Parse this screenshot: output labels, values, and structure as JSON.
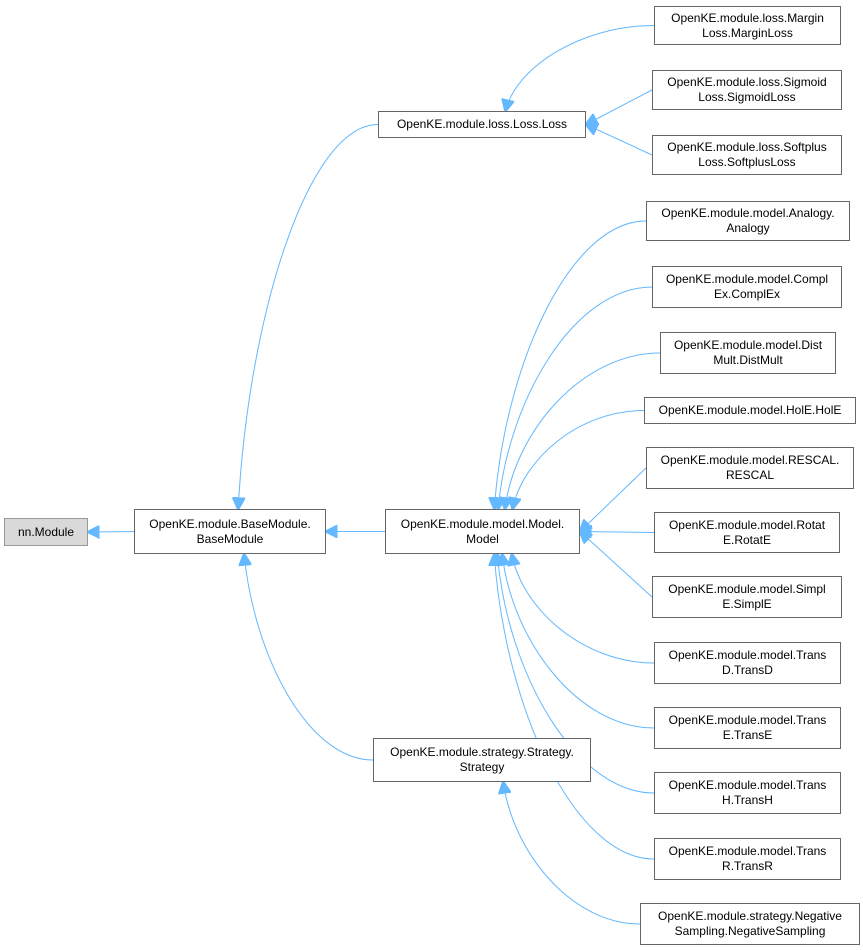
{
  "colors": {
    "edge": "#63b8ff",
    "node_border": "#666666",
    "root_fill": "#d9d9d9"
  },
  "nodes": {
    "nn_module": {
      "lines": [
        "nn.Module"
      ]
    },
    "base_module": {
      "lines": [
        "OpenKE.module.BaseModule.",
        "BaseModule"
      ]
    },
    "loss": {
      "lines": [
        "OpenKE.module.loss.Loss.Loss"
      ]
    },
    "model": {
      "lines": [
        "OpenKE.module.model.Model.",
        "Model"
      ]
    },
    "strategy": {
      "lines": [
        "OpenKE.module.strategy.Strategy.",
        "Strategy"
      ]
    },
    "margin_loss": {
      "lines": [
        "OpenKE.module.loss.Margin",
        "Loss.MarginLoss"
      ]
    },
    "sigmoid_loss": {
      "lines": [
        "OpenKE.module.loss.Sigmoid",
        "Loss.SigmoidLoss"
      ]
    },
    "softplus_loss": {
      "lines": [
        "OpenKE.module.loss.Softplus",
        "Loss.SoftplusLoss"
      ]
    },
    "analogy": {
      "lines": [
        "OpenKE.module.model.Analogy.",
        "Analogy"
      ]
    },
    "complex": {
      "lines": [
        "OpenKE.module.model.Compl",
        "Ex.ComplEx"
      ]
    },
    "distmult": {
      "lines": [
        "OpenKE.module.model.Dist",
        "Mult.DistMult"
      ]
    },
    "hole": {
      "lines": [
        "OpenKE.module.model.HolE.HolE"
      ]
    },
    "rescal": {
      "lines": [
        "OpenKE.module.model.RESCAL.",
        "RESCAL"
      ]
    },
    "rotate": {
      "lines": [
        "OpenKE.module.model.Rotat",
        "E.RotatE"
      ]
    },
    "simple": {
      "lines": [
        "OpenKE.module.model.Simpl",
        "E.SimplE"
      ]
    },
    "transd": {
      "lines": [
        "OpenKE.module.model.Trans",
        "D.TransD"
      ]
    },
    "transe": {
      "lines": [
        "OpenKE.module.model.Trans",
        "E.TransE"
      ]
    },
    "transh": {
      "lines": [
        "OpenKE.module.model.Trans",
        "H.TransH"
      ]
    },
    "transr": {
      "lines": [
        "OpenKE.module.model.Trans",
        "R.TransR"
      ]
    },
    "negative_sampling": {
      "lines": [
        "OpenKE.module.strategy.Negative",
        "Sampling.NegativeSampling"
      ]
    }
  },
  "edges": [
    [
      "base_module",
      "nn_module"
    ],
    [
      "loss",
      "base_module"
    ],
    [
      "model",
      "base_module"
    ],
    [
      "strategy",
      "base_module"
    ],
    [
      "margin_loss",
      "loss"
    ],
    [
      "sigmoid_loss",
      "loss"
    ],
    [
      "softplus_loss",
      "loss"
    ],
    [
      "analogy",
      "model"
    ],
    [
      "complex",
      "model"
    ],
    [
      "distmult",
      "model"
    ],
    [
      "hole",
      "model"
    ],
    [
      "rescal",
      "model"
    ],
    [
      "rotate",
      "model"
    ],
    [
      "simple",
      "model"
    ],
    [
      "transd",
      "model"
    ],
    [
      "transe",
      "model"
    ],
    [
      "transh",
      "model"
    ],
    [
      "transr",
      "model"
    ],
    [
      "negative_sampling",
      "strategy"
    ]
  ]
}
